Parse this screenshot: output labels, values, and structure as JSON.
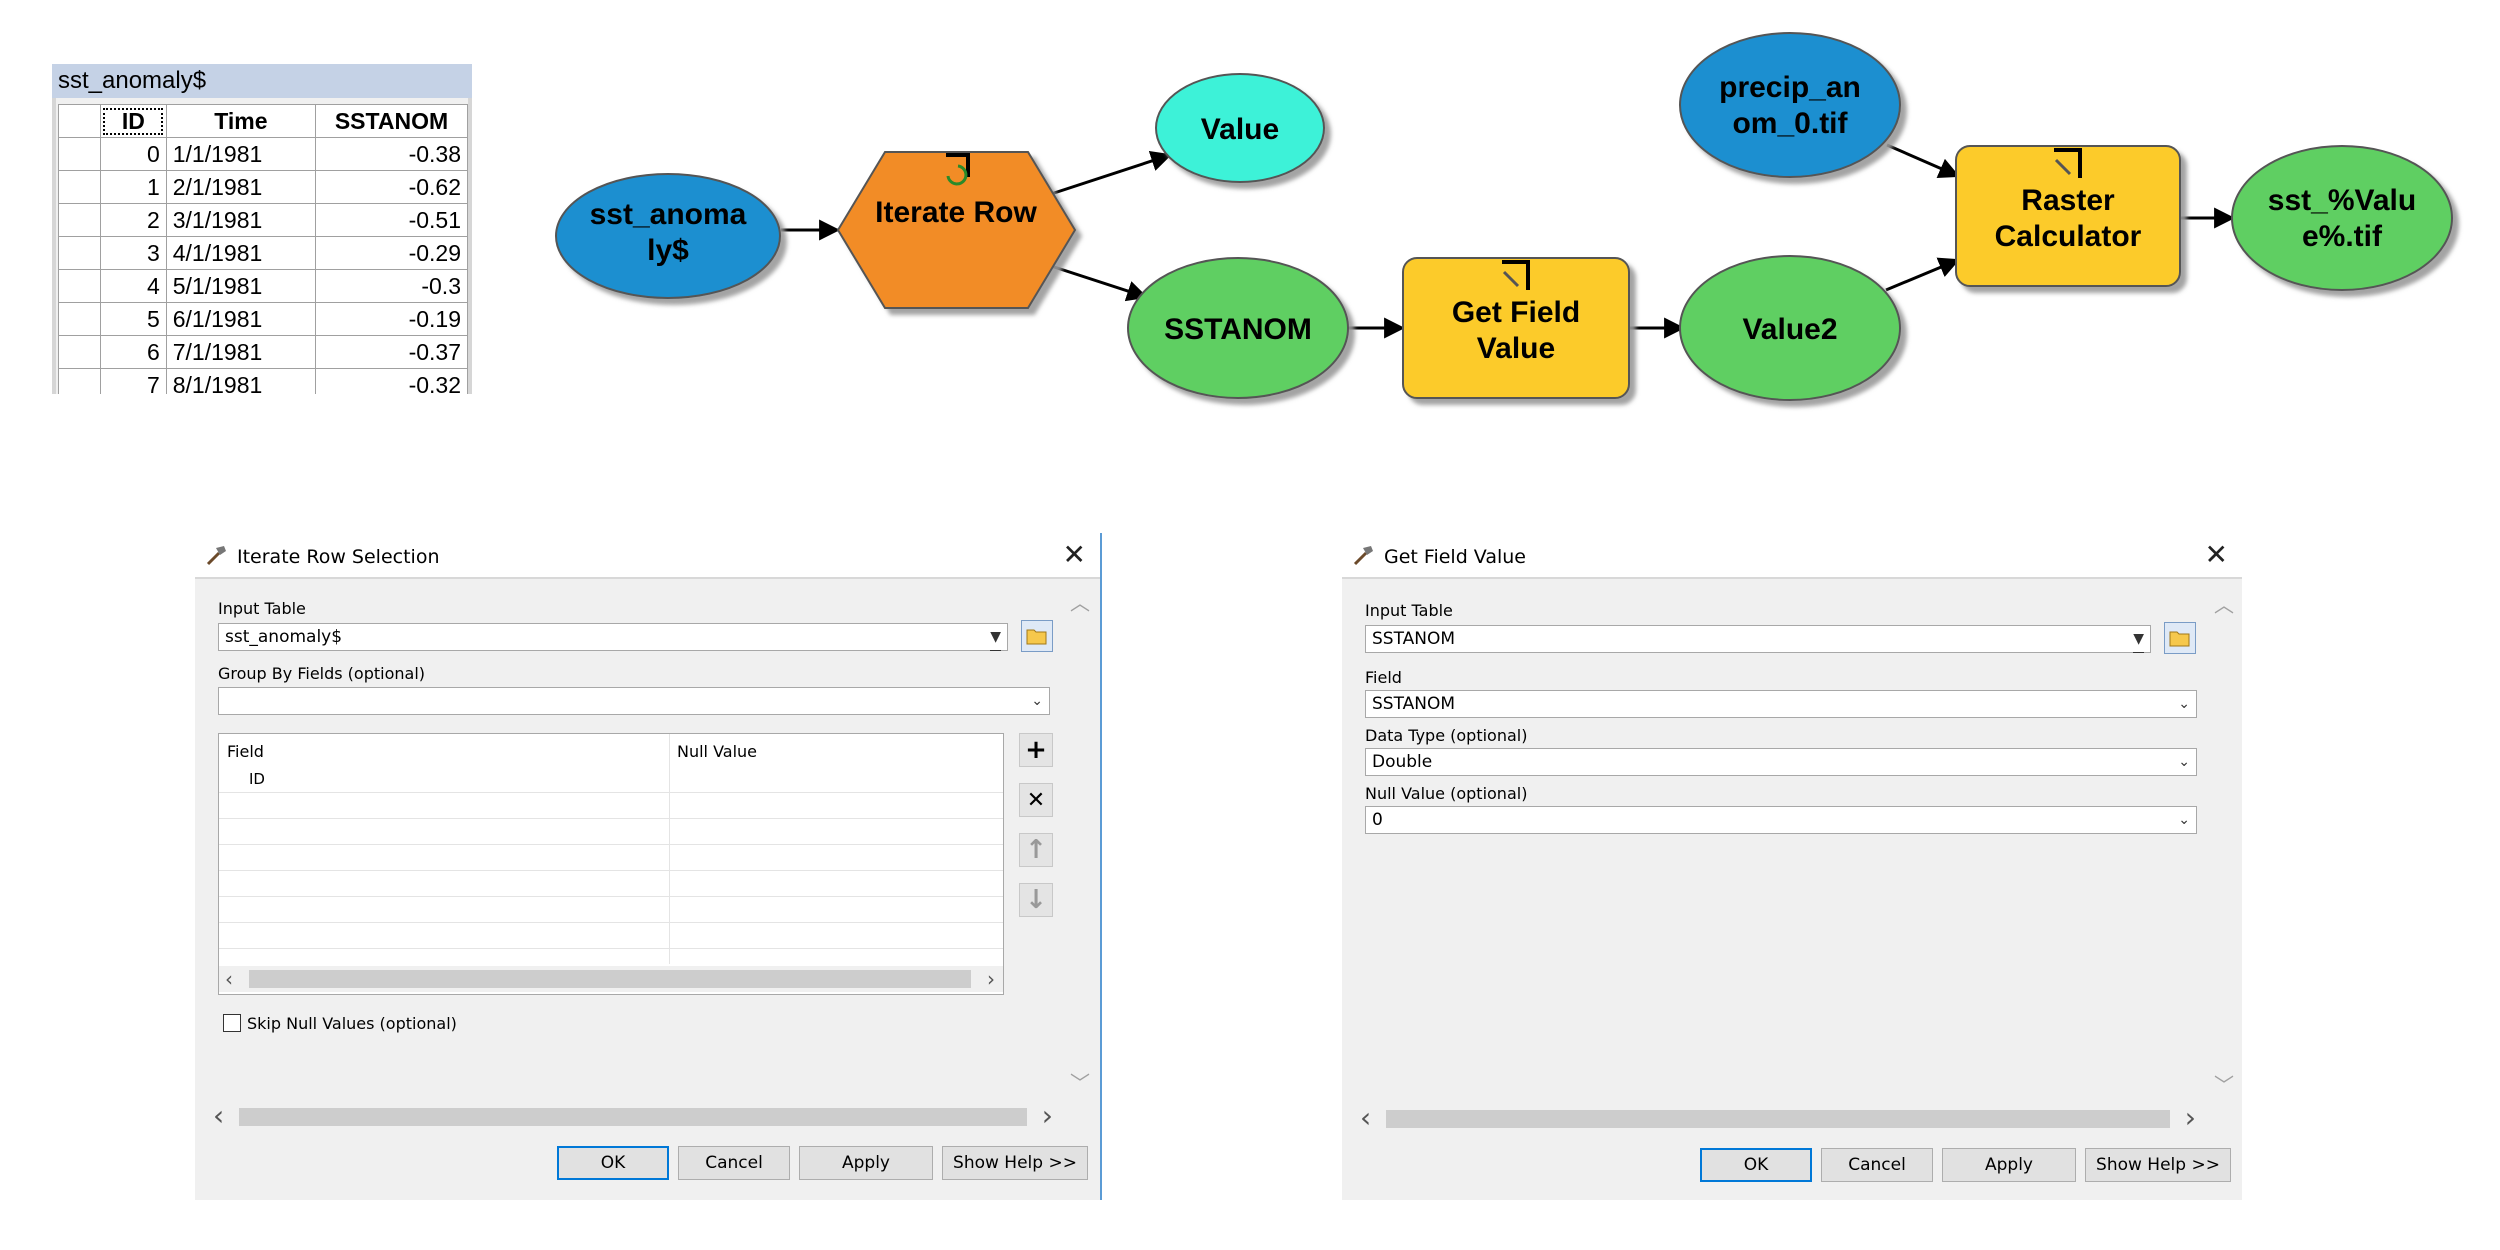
{
  "table": {
    "title": "sst_anomaly$",
    "columns": [
      "ID",
      "Time",
      "SSTANOM"
    ],
    "rows": [
      [
        "0",
        "1/1/1981",
        "-0.38"
      ],
      [
        "1",
        "2/1/1981",
        "-0.62"
      ],
      [
        "2",
        "3/1/1981",
        "-0.51"
      ],
      [
        "3",
        "4/1/1981",
        "-0.29"
      ],
      [
        "4",
        "5/1/1981",
        "-0.3"
      ],
      [
        "5",
        "6/1/1981",
        "-0.19"
      ],
      [
        "6",
        "7/1/1981",
        "-0.37"
      ],
      [
        "7",
        "8/1/1981",
        "-0.32"
      ]
    ]
  },
  "model": {
    "nodes": {
      "sst": "sst_anoma ly$",
      "iterate": "Iterate Row",
      "value": "Value",
      "sstanom": "SSTANOM",
      "getfield": "Get Field Value",
      "value2": "Value2",
      "precip": "precip_an om_0.tif",
      "raster": "Raster Calculator",
      "output": "sst_%Valu e%.tif"
    },
    "colors": {
      "data_blue": "#1a8fd0",
      "tool_orange": "#f28c28",
      "param_teal": "#3ef2d8",
      "derived_green": "#5ecf62",
      "tool_yellow": "#fccb2a"
    }
  },
  "dialog_iterate": {
    "title": "Iterate Row Selection",
    "input_table_label": "Input Table",
    "input_table_value": "sst_anomaly$",
    "group_by_label": "Group By Fields (optional)",
    "group_by_value": "",
    "col_field": "Field",
    "col_null": "Null Value",
    "field_row": "ID",
    "skip_null_label": "Skip Null Values (optional)",
    "buttons": {
      "ok": "OK",
      "cancel": "Cancel",
      "apply": "Apply",
      "help": "Show Help >>"
    }
  },
  "dialog_getfield": {
    "title": "Get Field Value",
    "input_table_label": "Input Table",
    "input_table_value": "SSTANOM",
    "field_label": "Field",
    "field_value": "SSTANOM",
    "datatype_label": "Data Type (optional)",
    "datatype_value": "Double",
    "null_label": "Null Value (optional)",
    "null_value": "0",
    "buttons": {
      "ok": "OK",
      "cancel": "Cancel",
      "apply": "Apply",
      "help": "Show Help >>"
    }
  }
}
